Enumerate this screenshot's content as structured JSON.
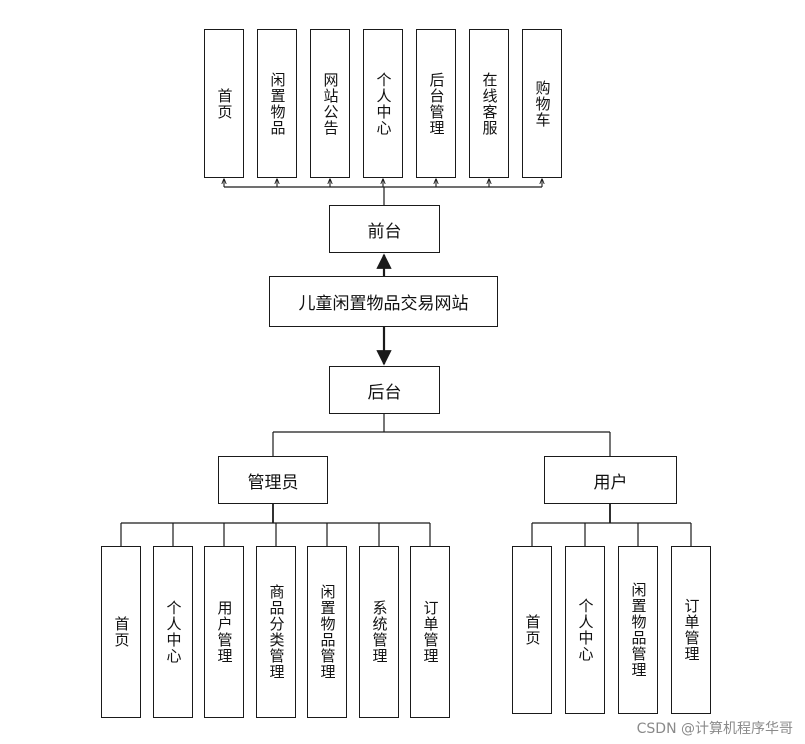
{
  "diagram": {
    "root": "儿童闲置物品交易网站",
    "frontend": {
      "label": "前台",
      "children": [
        "首页",
        "闲置物品",
        "网站公告",
        "个人中心",
        "后台管理",
        "在线客服",
        "购物车"
      ]
    },
    "backend": {
      "label": "后台",
      "groups": [
        {
          "label": "管理员",
          "children": [
            "首页",
            "个人中心",
            "用户管理",
            "商品分类管理",
            "闲置物品管理",
            "系统管理",
            "订单管理"
          ]
        },
        {
          "label": "用户",
          "children": [
            "首页",
            "个人中心",
            "闲置物品管理",
            "订单管理"
          ]
        }
      ]
    },
    "colors": {
      "line": "#1a1a1a",
      "text": "#111111",
      "watermark": "#8a8a8a"
    }
  },
  "watermark": "CSDN @计算机程序华哥"
}
